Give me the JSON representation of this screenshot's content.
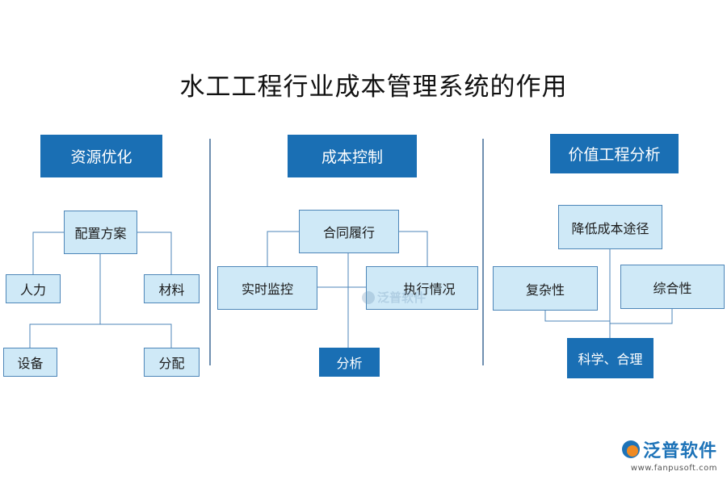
{
  "title": "水工工程行业成本管理系统的作用",
  "sections": {
    "resource": {
      "header": "资源优化",
      "root": "配置方案",
      "items": [
        "人力",
        "材料",
        "设备",
        "分配"
      ]
    },
    "cost": {
      "header": "成本控制",
      "root": "合同履行",
      "items": [
        "实时监控",
        "执行情况"
      ],
      "result": "分析"
    },
    "value": {
      "header": "价值工程分析",
      "root": "降低成本途径",
      "items": [
        "复杂性",
        "综合性"
      ],
      "result": "科学、合理"
    }
  },
  "watermark": "泛普软件",
  "logo": {
    "name": "泛普软件",
    "url": "www.fanpusoft.com"
  },
  "colors": {
    "header_bg": "#1a6fb4",
    "node_bg": "#cfe9f7",
    "node_border": "#4d86b8",
    "line": "#4d86b8"
  }
}
